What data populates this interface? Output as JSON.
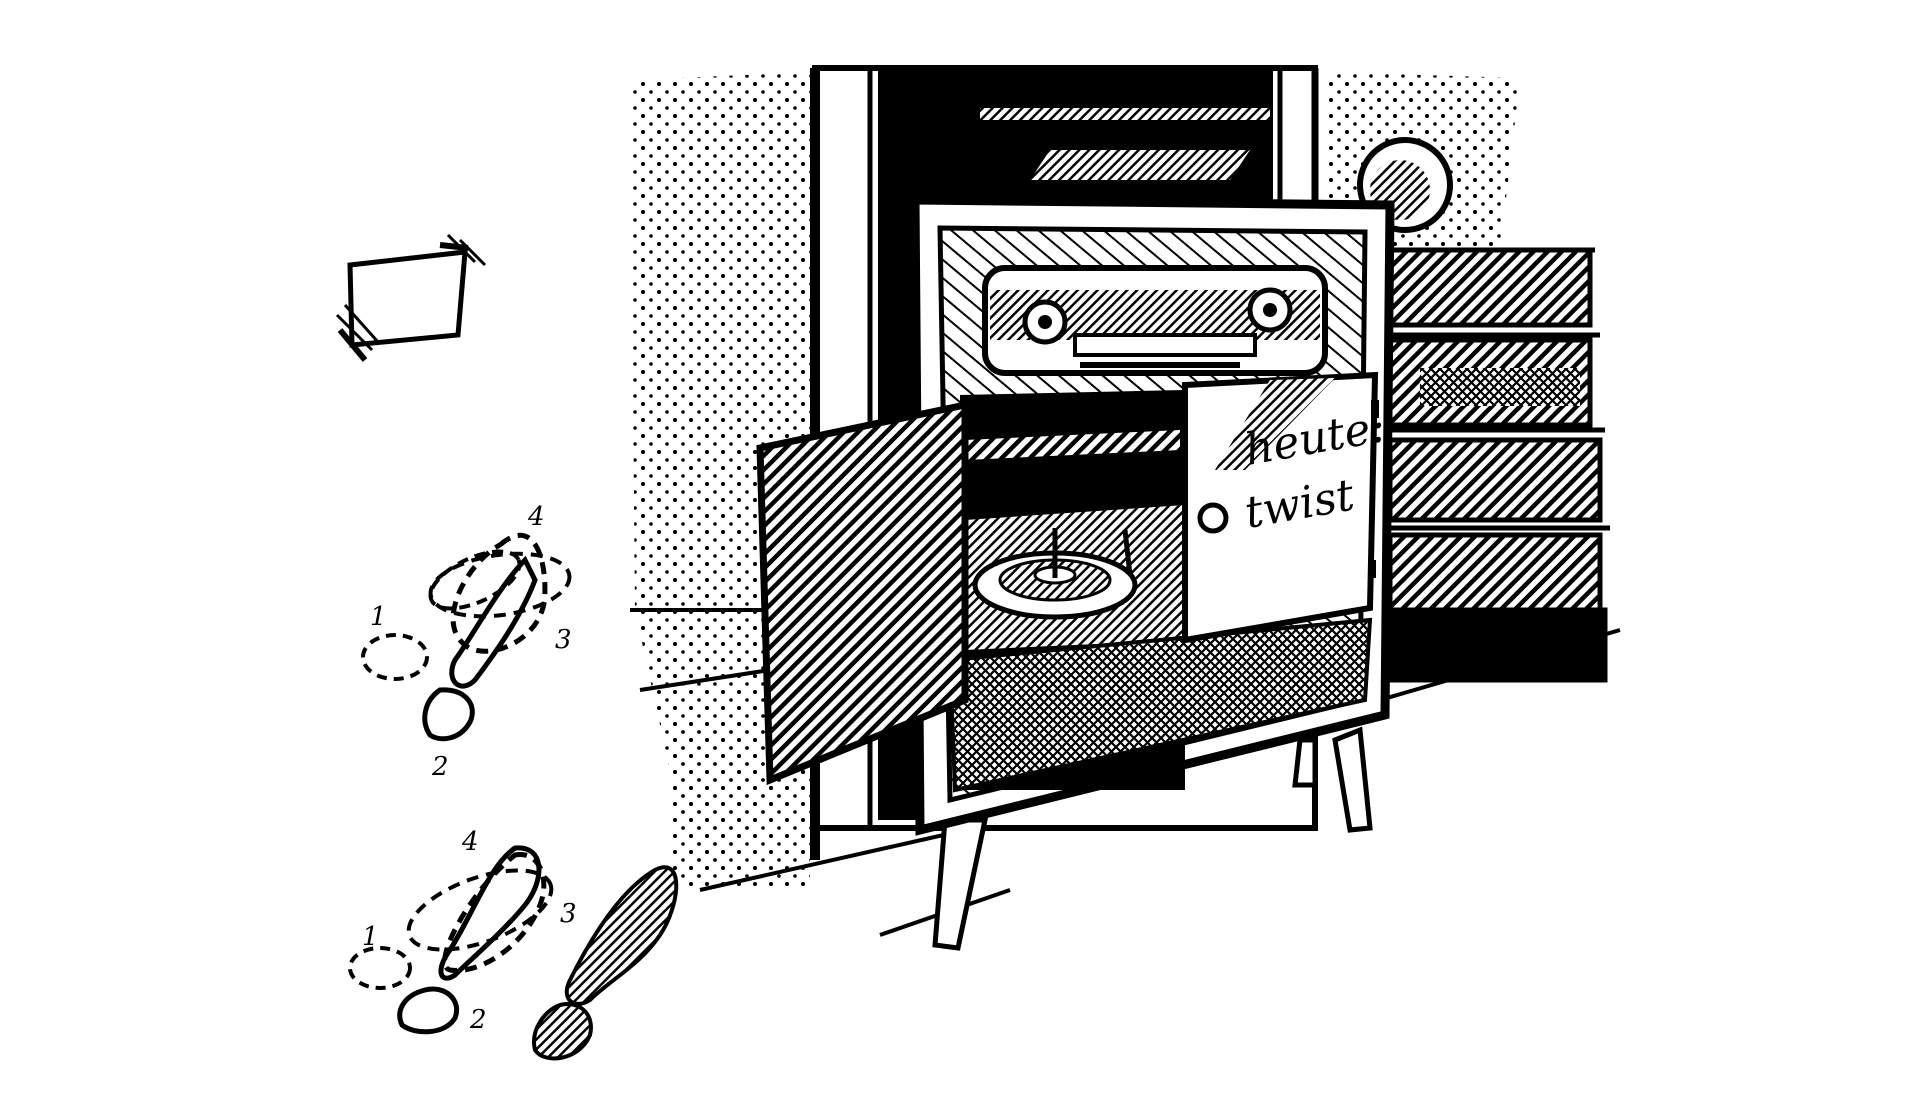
{
  "illustration": {
    "door_sign": {
      "line1": "heute:",
      "line2": "twist"
    },
    "dance_steps": {
      "upper": {
        "step1": "1",
        "step2": "2",
        "step3": "3",
        "step4": "4"
      },
      "lower": {
        "step1": "1",
        "step2": "2",
        "step3": "3",
        "step4": "4"
      }
    },
    "colors": {
      "ink": "#000000",
      "paper": "#ffffff"
    }
  }
}
